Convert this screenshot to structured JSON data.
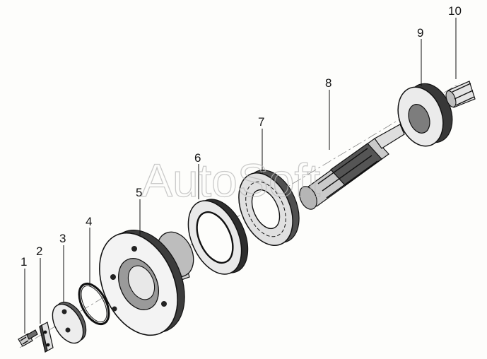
{
  "watermark": "AutoSoft",
  "callouts": [
    "1",
    "2",
    "3",
    "4",
    "5",
    "6",
    "7",
    "8",
    "9",
    "10"
  ],
  "colors": {
    "ink": "#111111",
    "paper": "#fdfdfb",
    "watermark": "#b9b9b9"
  }
}
